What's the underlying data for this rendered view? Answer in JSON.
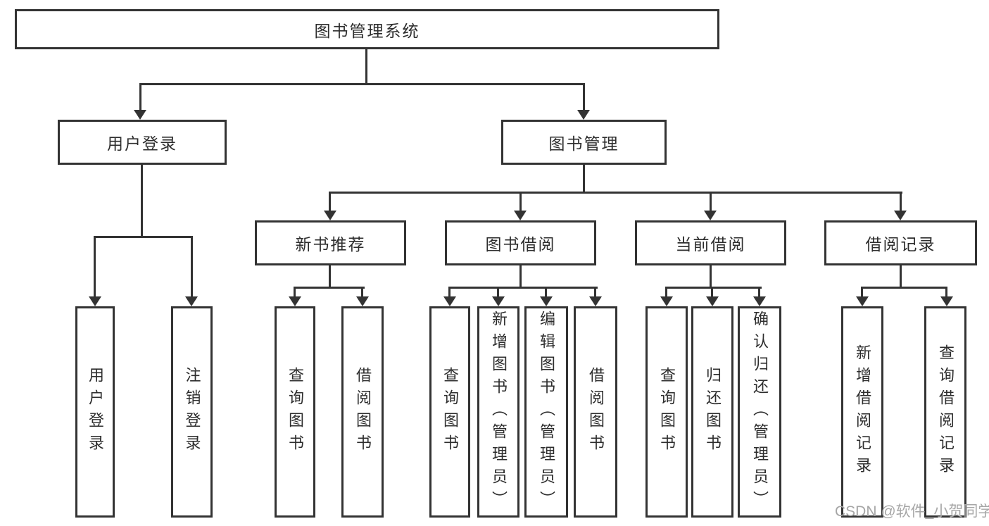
{
  "tree": {
    "label": "图书管理系统",
    "children": [
      {
        "label": "用户登录",
        "children": [
          {
            "label": "用户登录"
          },
          {
            "label": "注销登录"
          }
        ]
      },
      {
        "label": "图书管理",
        "children": [
          {
            "label": "新书推荐",
            "children": [
              {
                "label": "查询图书"
              },
              {
                "label": "借阅图书"
              }
            ]
          },
          {
            "label": "图书借阅",
            "children": [
              {
                "label": "查询图书"
              },
              {
                "label": "新增图书（管理员）"
              },
              {
                "label": "编辑图书（管理员）"
              },
              {
                "label": "借阅图书"
              }
            ]
          },
          {
            "label": "当前借阅",
            "children": [
              {
                "label": "查询图书"
              },
              {
                "label": "归还图书"
              },
              {
                "label": "确认归还（管理员）"
              }
            ]
          },
          {
            "label": "借阅记录",
            "children": [
              {
                "label": "新增借阅记录"
              },
              {
                "label": "查询借阅记录"
              }
            ]
          }
        ]
      }
    ]
  },
  "watermark": {
    "text": "CSDN @软件_小贺同学"
  },
  "colors": {
    "line": "#333333",
    "border": "#333333",
    "background": "#ffffff",
    "text": "#2d2d2d",
    "watermark": "#a6a6a6"
  }
}
